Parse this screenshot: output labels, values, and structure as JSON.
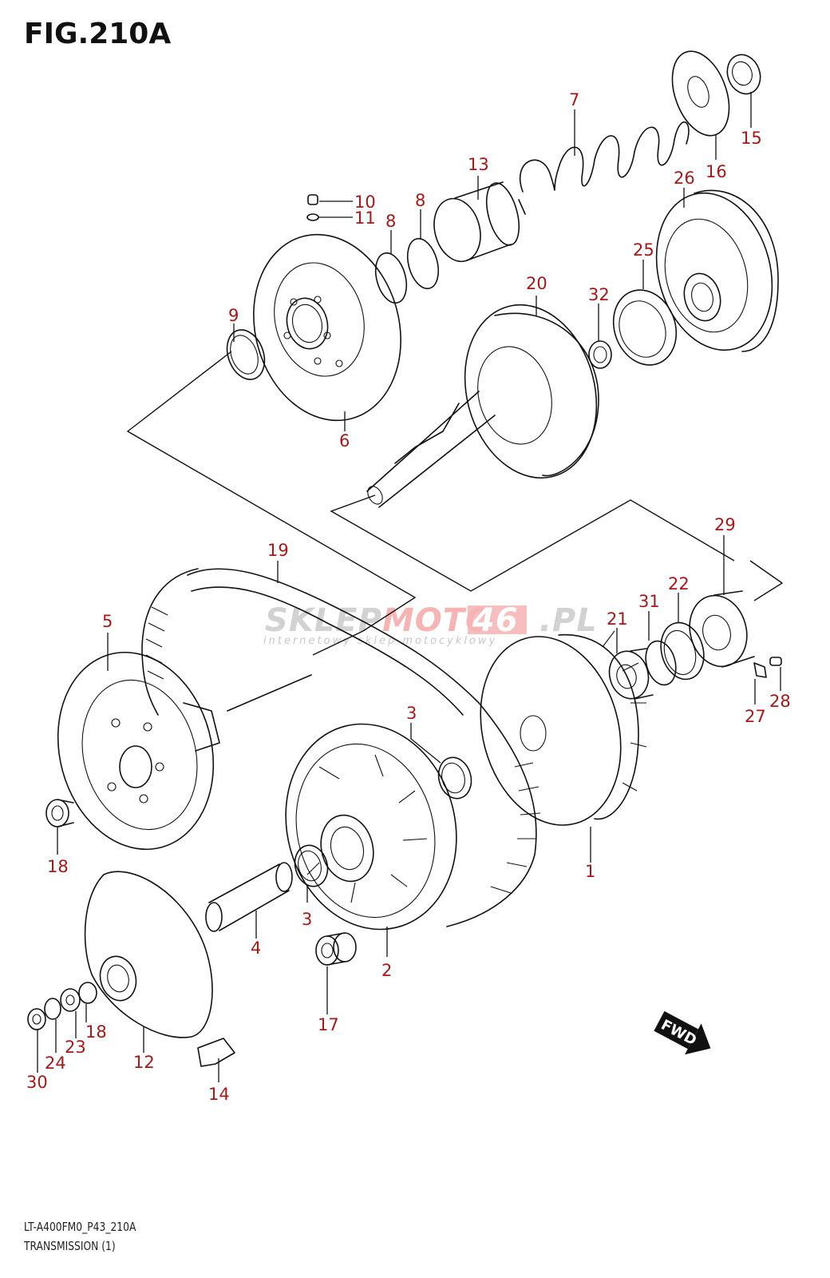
{
  "figure": {
    "title": "FIG.210A",
    "code": "LT-A400FM0_P43_210A",
    "name": "TRANSMISSION (1)"
  },
  "colors": {
    "callout": "#a31a1a",
    "line": "#111111",
    "watermark_gray": "#cfcfcf",
    "watermark_red": "#f4b3b3"
  },
  "watermark": {
    "part1": "SKLEP",
    "part2": "MOTO",
    "part3": "46",
    "part4": ".PL",
    "tagline": "internetowy sklep motocyklowy"
  },
  "direction_badge": {
    "label": "FWD",
    "icon": "arrow-forward-icon"
  },
  "callouts": [
    {
      "id": "1",
      "label": "1"
    },
    {
      "id": "2",
      "label": "2"
    },
    {
      "id": "3a",
      "label": "3"
    },
    {
      "id": "3b",
      "label": "3"
    },
    {
      "id": "4",
      "label": "4"
    },
    {
      "id": "5",
      "label": "5"
    },
    {
      "id": "6",
      "label": "6"
    },
    {
      "id": "7",
      "label": "7"
    },
    {
      "id": "8a",
      "label": "8"
    },
    {
      "id": "8b",
      "label": "8"
    },
    {
      "id": "9",
      "label": "9"
    },
    {
      "id": "10",
      "label": "10"
    },
    {
      "id": "11",
      "label": "11"
    },
    {
      "id": "12",
      "label": "12"
    },
    {
      "id": "13",
      "label": "13"
    },
    {
      "id": "14",
      "label": "14"
    },
    {
      "id": "15",
      "label": "15"
    },
    {
      "id": "16",
      "label": "16"
    },
    {
      "id": "17",
      "label": "17"
    },
    {
      "id": "18a",
      "label": "18"
    },
    {
      "id": "18b",
      "label": "18"
    },
    {
      "id": "19",
      "label": "19"
    },
    {
      "id": "20",
      "label": "20"
    },
    {
      "id": "21",
      "label": "21"
    },
    {
      "id": "22",
      "label": "22"
    },
    {
      "id": "23",
      "label": "23"
    },
    {
      "id": "24",
      "label": "24"
    },
    {
      "id": "25",
      "label": "25"
    },
    {
      "id": "26",
      "label": "26"
    },
    {
      "id": "27",
      "label": "27"
    },
    {
      "id": "28",
      "label": "28"
    },
    {
      "id": "29",
      "label": "29"
    },
    {
      "id": "30",
      "label": "30"
    },
    {
      "id": "31",
      "label": "31"
    },
    {
      "id": "32",
      "label": "32"
    }
  ]
}
